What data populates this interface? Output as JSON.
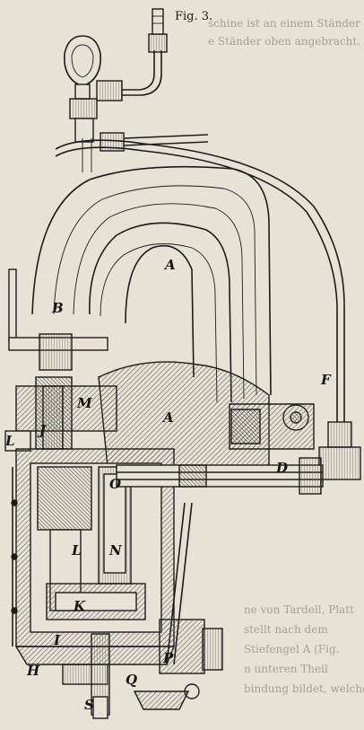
{
  "caption": "Fig. 3.",
  "labels": {
    "A1": "A",
    "A2": "A",
    "B": "B",
    "M": "M",
    "J": "J",
    "L1": "L",
    "L2": "L",
    "O": "O",
    "N": "N",
    "K": "K",
    "I": "I",
    "H": "H",
    "S": "S",
    "Q": "Q",
    "P": "P",
    "D": "D",
    "F": "F"
  },
  "background_text": {
    "line1": "schine ist an einem Ständer befestigt und",
    "line2": "e Ständer oben angebracht. Die ganze Vor-",
    "line3": "ne von Tardell, Platt",
    "line4": "stellt nach dem",
    "line5": "Stiefengel A (Fig.",
    "line6": "n unteren Theil",
    "line7": "bindung bildet, welche die Leitung D"
  },
  "colors": {
    "paper": "#e6e2d6",
    "ink": "#1c1c1c",
    "hatch": "#5a574f"
  }
}
